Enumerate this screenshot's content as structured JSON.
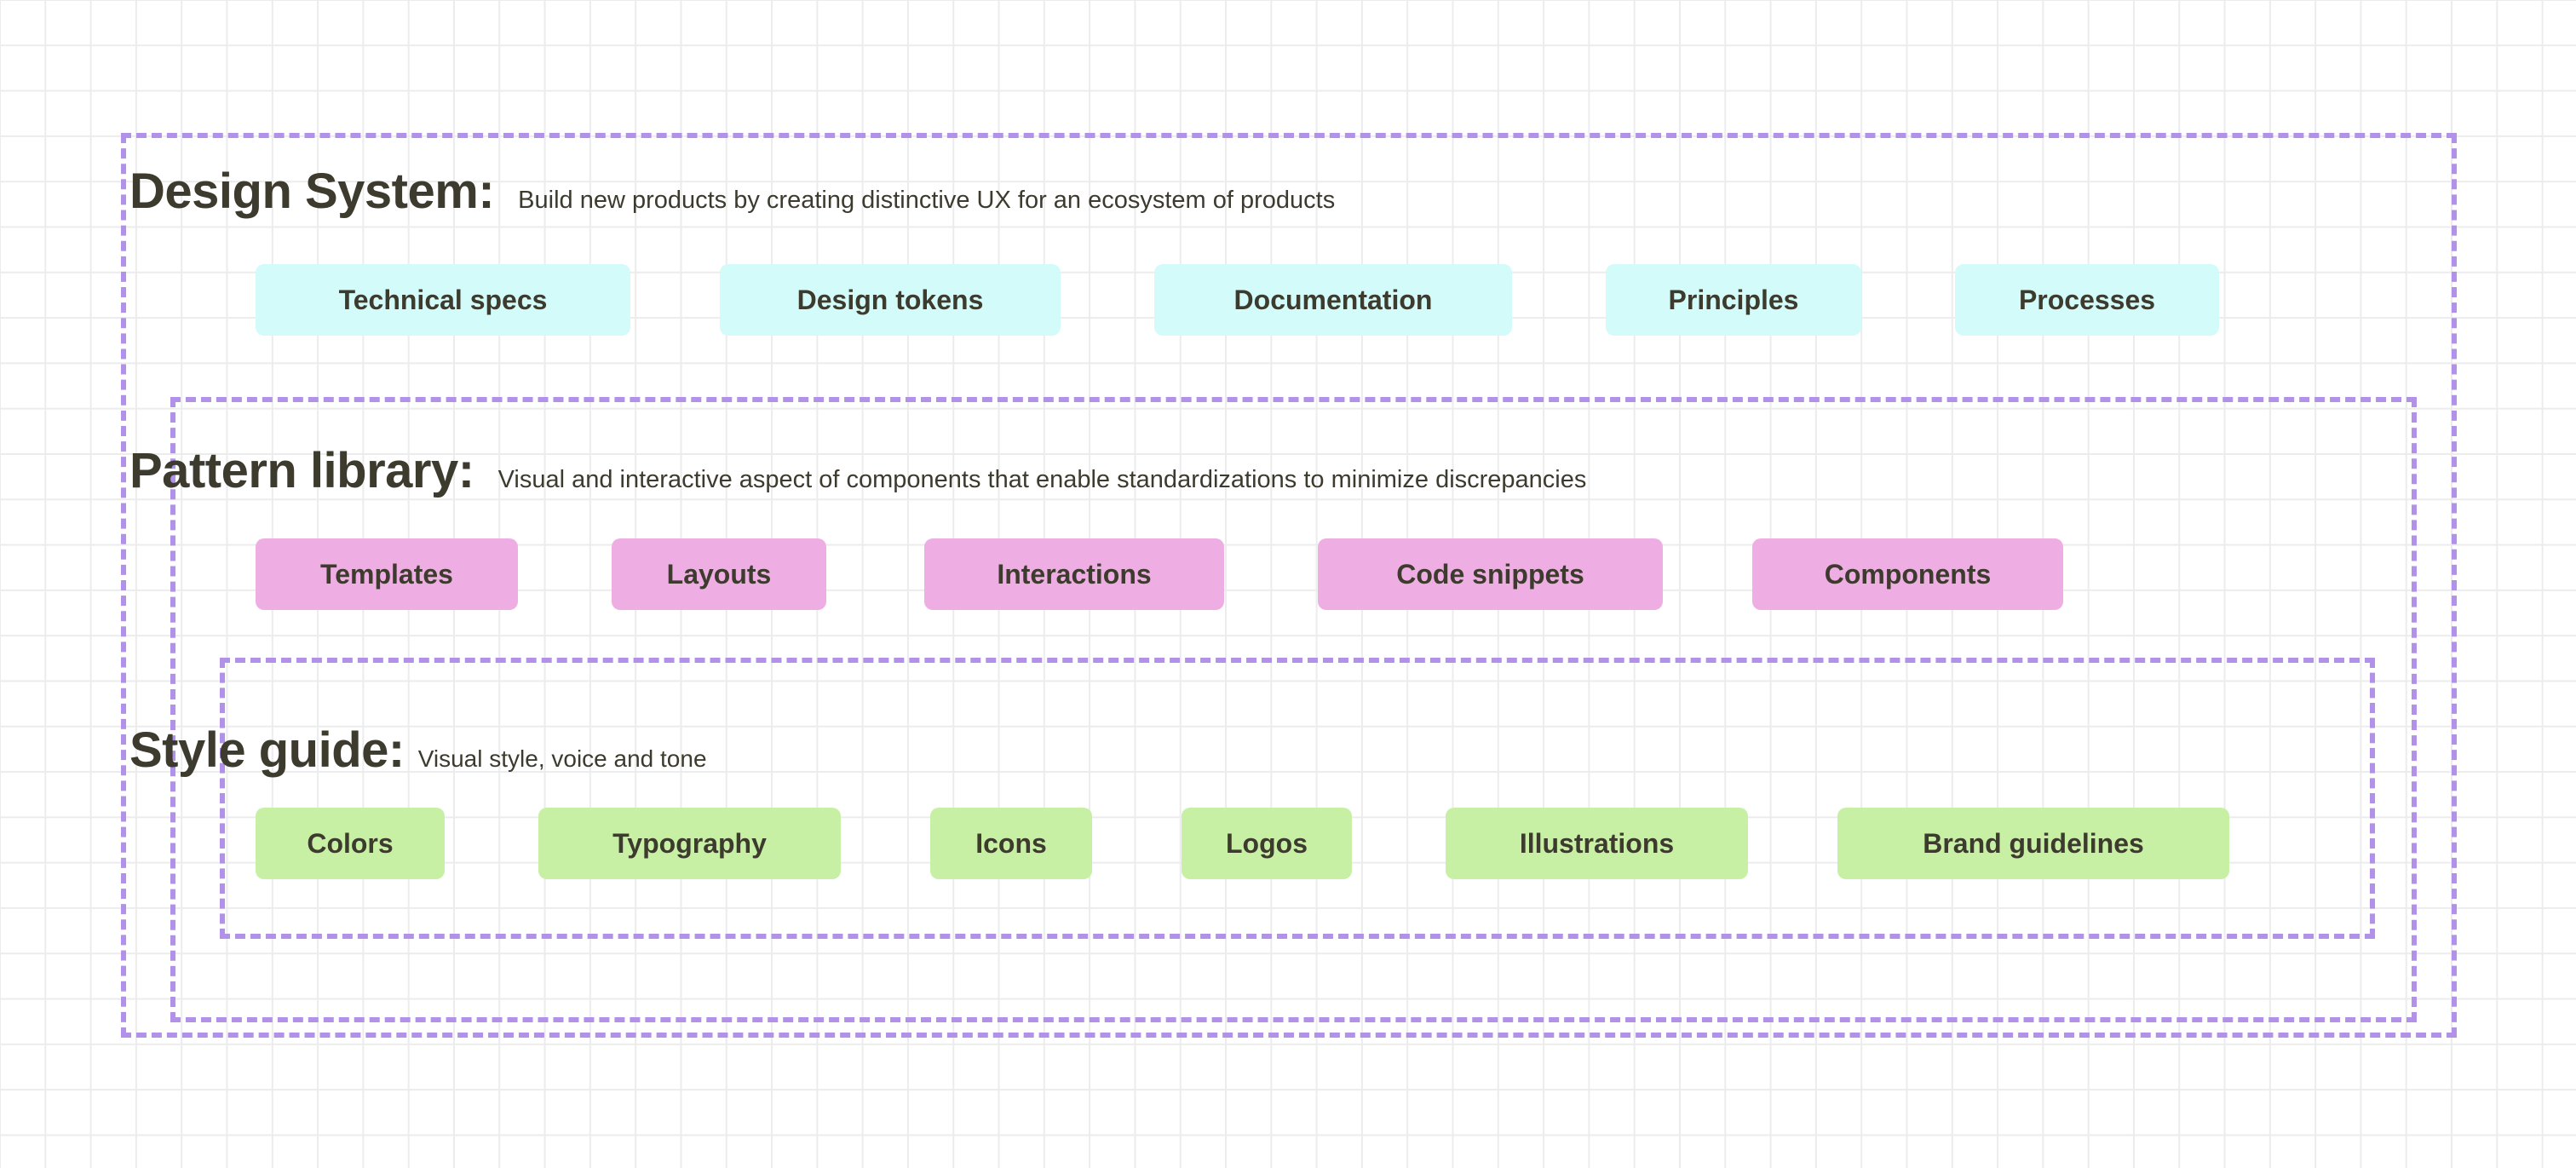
{
  "canvas": {
    "background": "#ffffff",
    "grid_line_color": "#ececec",
    "border_color": "#b292e8",
    "text_color": "#3d3a2e"
  },
  "sections": [
    {
      "id": "design-system",
      "title": "Design System:",
      "description": "Build new products by creating distinctive UX for an ecosystem of products",
      "chip_color": "#d2fbfa",
      "chips": [
        "Technical specs",
        "Design tokens",
        "Documentation",
        "Principles",
        "Processes"
      ]
    },
    {
      "id": "pattern-library",
      "title": "Pattern library:",
      "description": "Visual and interactive aspect of components that enable standardizations to minimize discrepancies",
      "chip_color": "#efaee3",
      "chips": [
        "Templates",
        "Layouts",
        "Interactions",
        "Code snippets",
        "Components"
      ]
    },
    {
      "id": "style-guide",
      "title": "Style guide:",
      "description": "Visual style, voice and tone",
      "chip_color": "#c7f0a5",
      "chips": [
        "Colors",
        "Typography",
        "Icons",
        "Logos",
        "Illustrations",
        "Brand guidelines"
      ]
    }
  ]
}
